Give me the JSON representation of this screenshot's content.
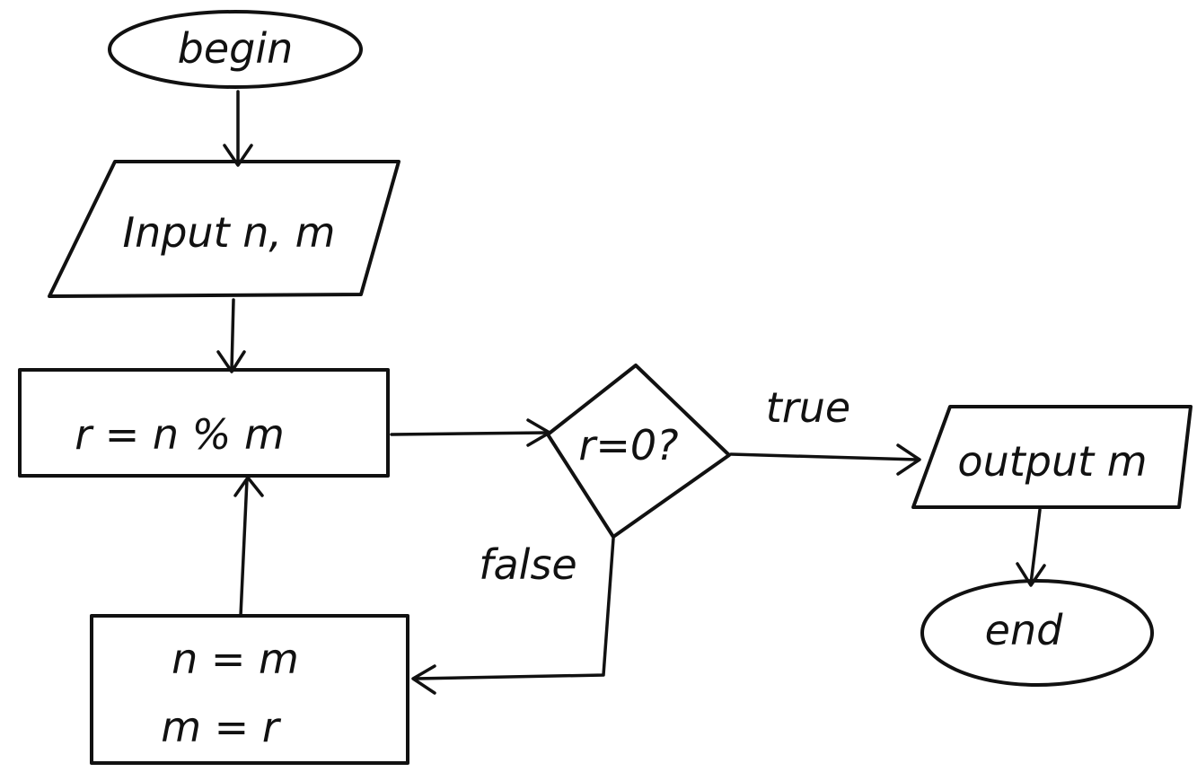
{
  "diagram": {
    "stroke_color": "#111111",
    "background": "#ffffff",
    "nodes": {
      "begin": {
        "shape": "ellipse",
        "label": "begin"
      },
      "input": {
        "shape": "parallelogram",
        "label": "Input n, m"
      },
      "remainder": {
        "shape": "rectangle",
        "label": "r = n % m"
      },
      "decision": {
        "shape": "diamond",
        "label": "r=0?"
      },
      "swap": {
        "shape": "rectangle",
        "lines": [
          "n = m",
          "m = r"
        ]
      },
      "output": {
        "shape": "parallelogram",
        "label": "output m"
      },
      "end": {
        "shape": "ellipse",
        "label": "end"
      }
    },
    "edges": {
      "true_label": "true",
      "false_label": "false"
    }
  }
}
